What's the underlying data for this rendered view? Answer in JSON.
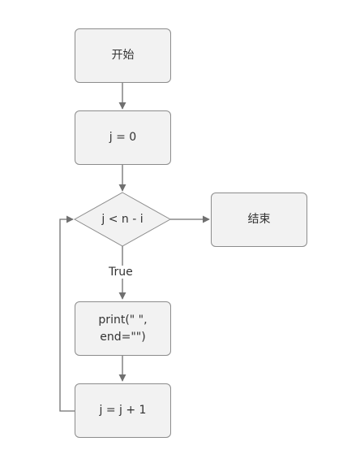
{
  "nodes": {
    "start": "开始",
    "init": "j = 0",
    "condition": "j < n - i",
    "end": "结束",
    "print_line1": "print(\" \",",
    "print_line2": "end=\"\")",
    "increment": "j = j + 1"
  },
  "edges": {
    "true_label": "True"
  },
  "colors": {
    "node_fill": "#f2f2f2",
    "node_stroke": "#8c8c8c",
    "edge": "#707070",
    "text": "#333333"
  }
}
